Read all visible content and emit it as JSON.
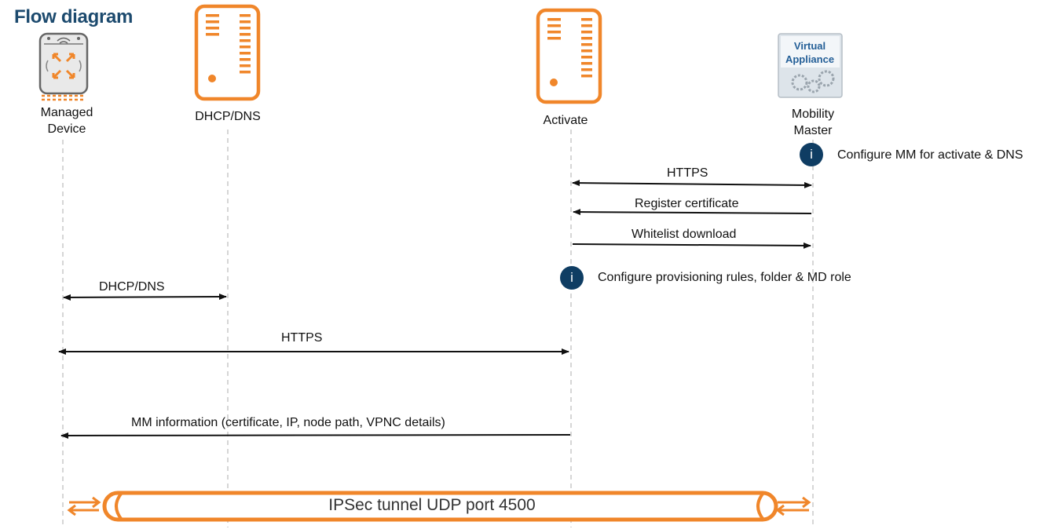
{
  "title": "Flow diagram",
  "actors": {
    "managed_device": "Managed\nDevice",
    "dhcp_dns": "DHCP/DNS",
    "activate": "Activate",
    "mobility_master": "Mobility\nMaster"
  },
  "appliance_badge": {
    "line1": "Virtual",
    "line2": "Appliance"
  },
  "messages": [
    {
      "label": "HTTPS",
      "from": "activate",
      "to": "mobility_master",
      "direction": "both"
    },
    {
      "label": "Register certificate",
      "from": "mobility_master",
      "to": "activate",
      "direction": "left"
    },
    {
      "label": "Whitelist download",
      "from": "activate",
      "to": "mobility_master",
      "direction": "right"
    },
    {
      "label": "DHCP/DNS",
      "from": "managed_device",
      "to": "dhcp_dns",
      "direction": "both"
    },
    {
      "label": "HTTPS",
      "from": "managed_device",
      "to": "activate",
      "direction": "both"
    },
    {
      "label": "MM information (certificate, IP, node path, VPNC details)",
      "from": "activate",
      "to": "managed_device",
      "direction": "left"
    }
  ],
  "notes": [
    {
      "icon": "i",
      "text": "Configure MM for activate & DNS"
    },
    {
      "icon": "i",
      "text": "Configure provisioning rules, folder & MD role"
    }
  ],
  "tunnel": {
    "label": "IPSec tunnel UDP port 4500"
  },
  "colors": {
    "accent": "#f0862a",
    "title": "#1c4a6e",
    "info": "#0f3d63",
    "lifeline": "#c8c8c8"
  }
}
